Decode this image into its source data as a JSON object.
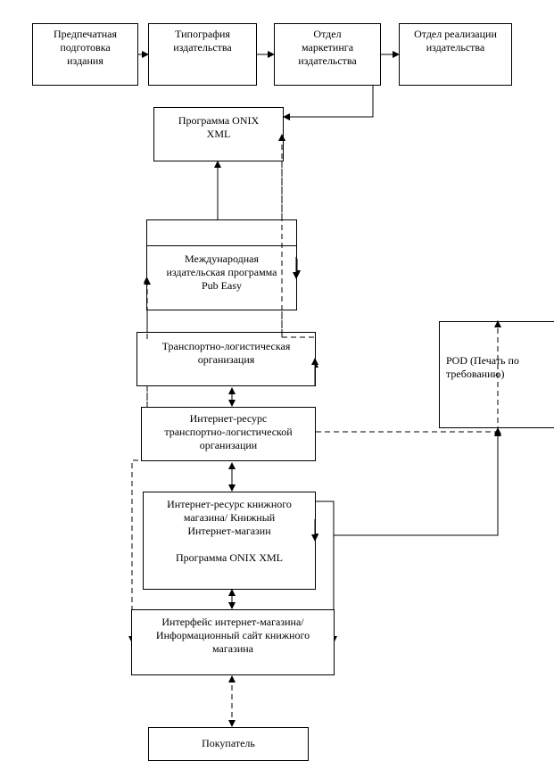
{
  "boxes": {
    "prepress": {
      "lines": [
        "Предпечатная",
        "подготовка",
        "издания"
      ]
    },
    "print": {
      "lines": [
        "Типография",
        "издательства"
      ]
    },
    "marketing": {
      "lines": [
        "Отдел",
        "маркетинга",
        "издательства"
      ]
    },
    "sales": {
      "lines": [
        "Отдел реализации",
        "издательства"
      ]
    },
    "onix_top": {
      "lines": [
        "Программа ONIX",
        "XML"
      ]
    },
    "pubeasy": {
      "lines": [
        "Международная",
        "издательская программа",
        "Pub Easy"
      ]
    },
    "logistics": {
      "lines": [
        "Транспортно-логистическая",
        "организация"
      ]
    },
    "logistics_web": {
      "lines": [
        "Интернет-ресурс",
        "транспортно-логистической",
        "организации"
      ]
    },
    "bookstore": {
      "lines": [
        "Интернет-ресурс книжного",
        "магазина/ Книжный",
        "Интернет-магазин",
        "",
        "Программа ONIX XML"
      ]
    },
    "interface": {
      "lines": [
        "Интерфейс интернет-магазина/",
        "Информационный сайт книжного",
        "магазина"
      ]
    },
    "pod": {
      "lines": [
        "POD (Печать по",
        "требованию)"
      ]
    },
    "buyer": {
      "lines": [
        "Покупатель"
      ]
    }
  }
}
